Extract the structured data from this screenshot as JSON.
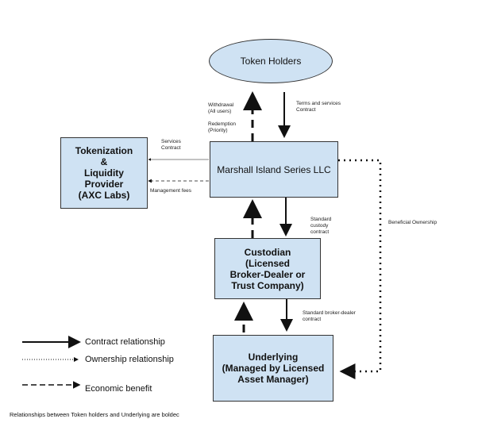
{
  "nodes": {
    "token_holders": "Token Holders",
    "series_llc": "Marshall Island Series LLC",
    "tokenization": "Tokenization\n&\nLiquidity\nProvider\n(AXC Labs)",
    "custodian": "Custodian\n(Licensed\nBroker-Dealer or\nTrust Company)",
    "underlying": "Underlying\n(Managed by Licensed\nAsset Manager)"
  },
  "edge_labels": {
    "withdrawal": "Withdrawal\n(All users)",
    "redemption": "Redemption\n(Priority)",
    "terms": "Terms and services\nContract",
    "services": "Services\nContract",
    "management_fees": "Management fees",
    "standard_custody": "Standard\ncustody\ncontract",
    "standard_broker": "Standard broker-dealer\ncontract",
    "beneficial": "Beneficial Ownership"
  },
  "legend": {
    "contract": "Contract relationship",
    "ownership": "Ownership relationship",
    "economic": "Economic benefit"
  },
  "footnote": "Relationships between Token holders and Underlying are boldec"
}
